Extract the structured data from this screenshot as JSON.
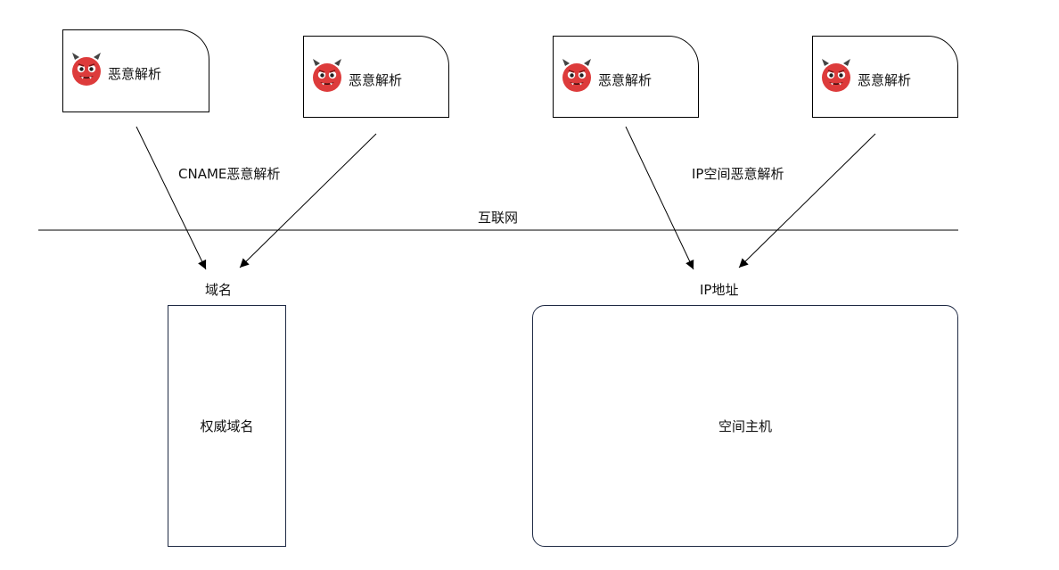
{
  "cards": [
    {
      "label": "恶意解析",
      "icon": "devil-icon"
    },
    {
      "label": "恶意解析",
      "icon": "devil-icon"
    },
    {
      "label": "恶意解析",
      "icon": "devil-icon"
    },
    {
      "label": "恶意解析",
      "icon": "devil-icon"
    }
  ],
  "labels": {
    "cname": "CNAME恶意解析",
    "ip_space": "IP空间恶意解析",
    "internet": "互联网",
    "domain": "域名",
    "ip_address": "IP地址"
  },
  "boxes": {
    "authoritative_domain": "权威域名",
    "space_host": "空间主机"
  },
  "colors": {
    "devil_face": "#dd3b3b",
    "box_border": "#1f2a44",
    "line": "#000000"
  }
}
